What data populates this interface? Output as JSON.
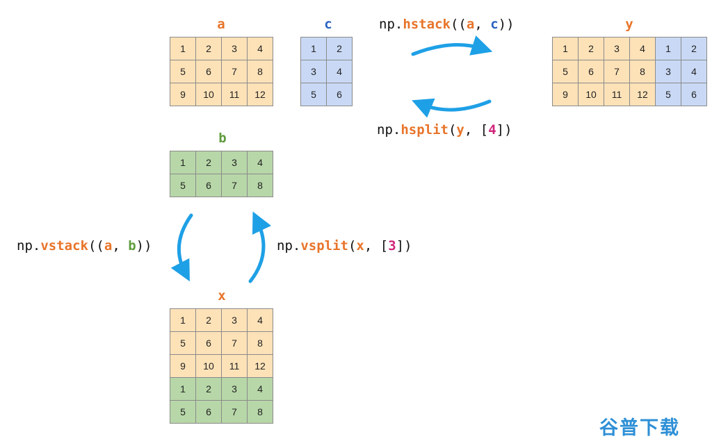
{
  "labels": {
    "a": "a",
    "b": "b",
    "c": "c",
    "x": "x",
    "y": "y"
  },
  "colors": {
    "orange_fill": "#fde2b8",
    "green_fill": "#b7d7a8",
    "blue_fill": "#c9d9f5",
    "arrow": "#1ea0e6",
    "name_a": "#e8742a",
    "name_b": "#5f9d3d",
    "name_c": "#2a63c2",
    "name_xy": "#e8742a"
  },
  "arrays": {
    "a": [
      [
        "1",
        "2",
        "3",
        "4"
      ],
      [
        "5",
        "6",
        "7",
        "8"
      ],
      [
        "9",
        "10",
        "11",
        "12"
      ]
    ],
    "b": [
      [
        "1",
        "2",
        "3",
        "4"
      ],
      [
        "5",
        "6",
        "7",
        "8"
      ]
    ],
    "c": [
      [
        "1",
        "2"
      ],
      [
        "3",
        "4"
      ],
      [
        "5",
        "6"
      ]
    ],
    "y": [
      [
        "1",
        "2",
        "3",
        "4",
        "1",
        "2"
      ],
      [
        "5",
        "6",
        "7",
        "8",
        "3",
        "4"
      ],
      [
        "9",
        "10",
        "11",
        "12",
        "5",
        "6"
      ]
    ],
    "x": [
      [
        "1",
        "2",
        "3",
        "4"
      ],
      [
        "5",
        "6",
        "7",
        "8"
      ],
      [
        "9",
        "10",
        "11",
        "12"
      ],
      [
        "1",
        "2",
        "3",
        "4"
      ],
      [
        "5",
        "6",
        "7",
        "8"
      ]
    ]
  },
  "ops": {
    "hstack": {
      "prefix": "np.",
      "fn": "hstack",
      "open": "((",
      "arg1": "a",
      "sep": ", ",
      "arg2": "c",
      "close": "))"
    },
    "hsplit": {
      "prefix": "np.",
      "fn": "hsplit",
      "open": "(",
      "arg1": "y",
      "sep": ", [",
      "arg2": "4",
      "close": "])"
    },
    "vstack": {
      "prefix": "np.",
      "fn": "vstack",
      "open": "((",
      "arg1": "a",
      "sep": ", ",
      "arg2": "b",
      "close": "))"
    },
    "vsplit": {
      "prefix": "np.",
      "fn": "vsplit",
      "open": "(",
      "arg1": "x",
      "sep": ", [",
      "arg2": "3",
      "close": "])"
    }
  },
  "watermark": "谷普下载"
}
